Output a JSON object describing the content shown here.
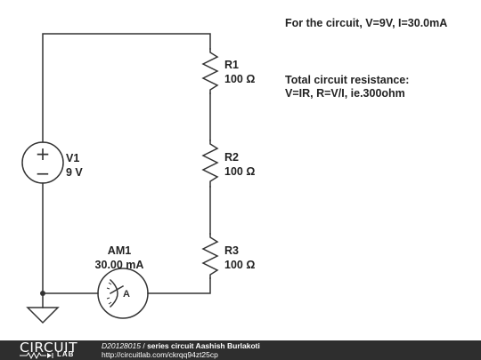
{
  "components": {
    "v1": {
      "name": "V1",
      "value": "9 V",
      "plus": "+",
      "minus": "−"
    },
    "r1": {
      "name": "R1",
      "value": "100 Ω"
    },
    "r2": {
      "name": "R2",
      "value": "100 Ω"
    },
    "r3": {
      "name": "R3",
      "value": "100 Ω"
    },
    "am1": {
      "name": "AM1",
      "value": "30.00 mA",
      "symbol": "A"
    }
  },
  "notes": {
    "line1": "For the circuit, V=9V, I=30.0mA",
    "line2": "Total circuit resistance:",
    "line3": "V=IR, R=V/I, ie.300ohm"
  },
  "footer": {
    "logo_top": "CIRCUIT",
    "logo_bottom": "LAB",
    "circuit_id": "D20128015",
    "separator": " / ",
    "title": "series circuit Aashish Burlakoti",
    "url": "http://circuitlab.com/ckrqq94zt25cp"
  }
}
